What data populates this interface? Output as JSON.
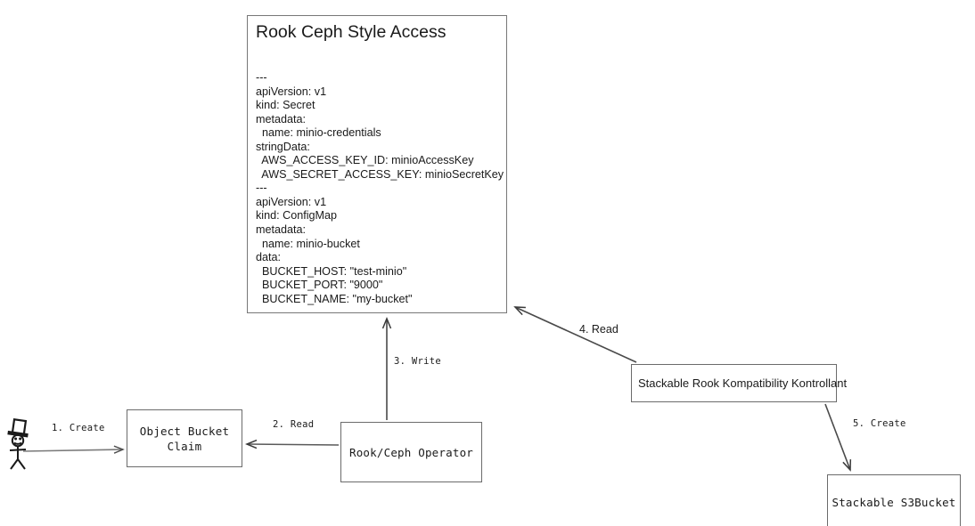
{
  "diagram": {
    "title": "Rook Ceph Style Access flow",
    "background": "#ffffff",
    "stroke_color": "#6b6b6b",
    "text_color": "#1a1a1a"
  },
  "yaml_card": {
    "title": "Rook Ceph Style Access",
    "body": "---\napiVersion: v1\nkind: Secret\nmetadata:\n  name: minio-credentials\nstringData:\n  AWS_ACCESS_KEY_ID: minioAccessKey\n  AWS_SECRET_ACCESS_KEY: minioSecretKey\n---\napiVersion: v1\nkind: ConfigMap\nmetadata:\n  name: minio-bucket\ndata:\n  BUCKET_HOST: \"test-minio\"\n  BUCKET_PORT: \"9000\"\n  BUCKET_NAME: \"my-bucket\"",
    "lines": [
      "---",
      "apiVersion: v1",
      "kind: Secret",
      "metadata:",
      "  name: minio-credentials",
      "stringData:",
      "  AWS_ACCESS_KEY_ID: minioAccessKey",
      "  AWS_SECRET_ACCESS_KEY: minioSecretKey",
      "---",
      "apiVersion: v1",
      "kind: ConfigMap",
      "metadata:",
      "  name: minio-bucket",
      "data:",
      "  BUCKET_HOST: \"test-minio\"",
      "  BUCKET_PORT: \"9000\"",
      "  BUCKET_NAME: \"my-bucket\""
    ]
  },
  "nodes": {
    "actor": {
      "label": "",
      "icon": "stick-figure-with-top-hat"
    },
    "object_bucket_claim": {
      "label": "Object Bucket\nClaim"
    },
    "rook_ceph_operator": {
      "label": "Rook/Ceph Operator"
    },
    "stackable_rook_kompatibility_kontrollant": {
      "label": "Stackable Rook Kompatibility Kontrollant"
    },
    "stackable_s3bucket": {
      "label": "Stackable S3Bucket"
    }
  },
  "edges": [
    {
      "id": "e1",
      "label": "1. Create",
      "from": "actor",
      "to": "object_bucket_claim",
      "font": "mono"
    },
    {
      "id": "e2",
      "label": "2. Read",
      "from": "rook_ceph_operator",
      "to": "object_bucket_claim",
      "font": "mono"
    },
    {
      "id": "e3",
      "label": "3. Write",
      "from": "rook_ceph_operator",
      "to": "yaml_card",
      "font": "mono"
    },
    {
      "id": "e4",
      "label": "4. Read",
      "from": "stackable_rook_kompatibility_kontrollant",
      "to": "yaml_card",
      "font": "sans"
    },
    {
      "id": "e5",
      "label": "5. Create",
      "from": "stackable_rook_kompatibility_kontrollant",
      "to": "stackable_s3bucket",
      "font": "mono"
    }
  ]
}
